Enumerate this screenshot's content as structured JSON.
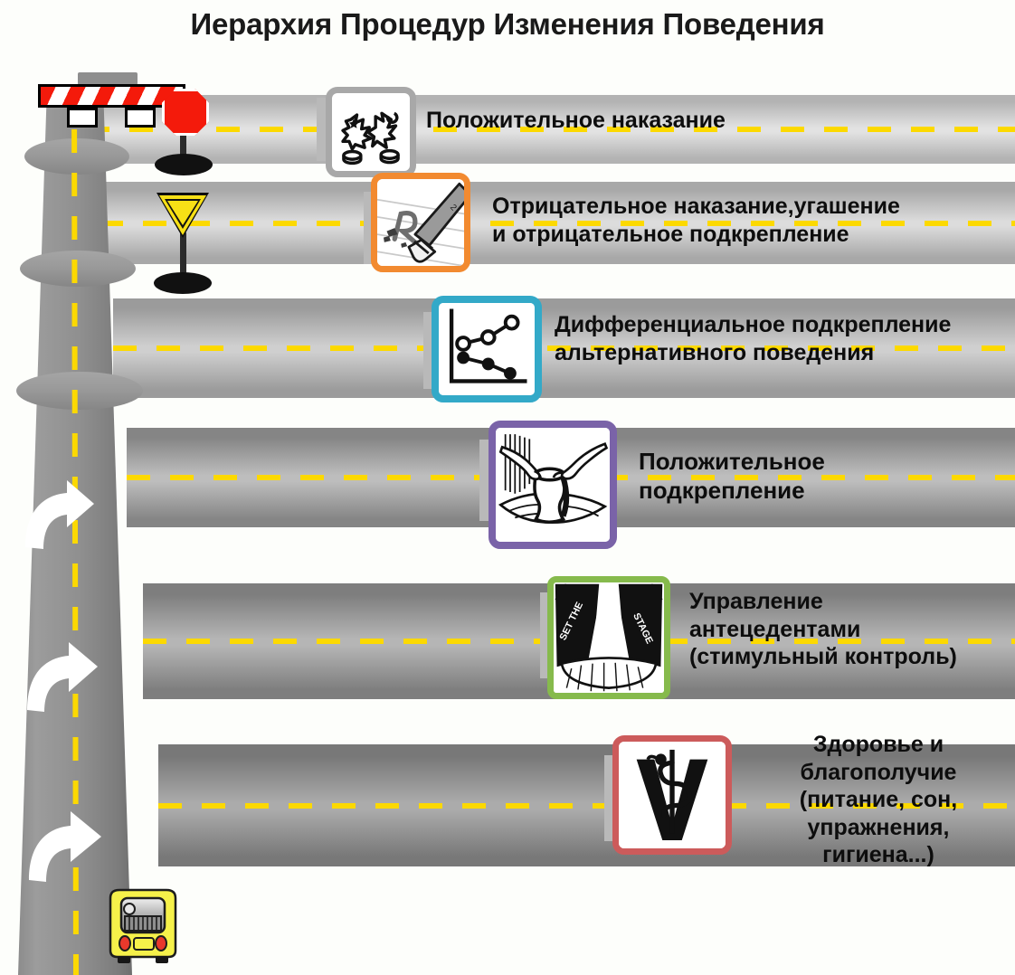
{
  "title": "Иерархия Процедур Изменения Поведения",
  "background_color": "#fdfefb",
  "road": {
    "name": "behavior-change-hierarchy-highway",
    "centerline_color": "#fcd900",
    "asphalt_dark": "#7d7d7d",
    "asphalt_light": "#d6d6d6",
    "merge_arrow_color": "#ffffff",
    "merge_arrow_count": 3,
    "collar_ring_count": 3
  },
  "traffic": {
    "barrier": {
      "label": "road-closed-barrier",
      "stripe_colors": [
        "#f41a0b",
        "#ffffff"
      ]
    },
    "stop_sign": {
      "label": "stop-sign",
      "color": "#f41a0b",
      "shape": "octagon"
    },
    "yield_sign": {
      "label": "yield-sign",
      "color": "#f7e016",
      "shape": "inverted-triangle"
    },
    "bus": {
      "label": "school-bus",
      "body_color": "#f6f14a",
      "light_color": "#e8392c"
    }
  },
  "levels": [
    {
      "index": 1,
      "text": "Положительное наказание",
      "icon_name": "impact-burst-icon",
      "border_color": "#a8a8a8",
      "card_size": 100,
      "font_size": 25,
      "align": "left"
    },
    {
      "index": 2,
      "text": "Отрицательное наказание,угашение\nи отрицательное подкрепление",
      "icon_name": "pencil-eraser-icon",
      "border_color": "#f28a30",
      "card_size": 110,
      "font_size": 25,
      "align": "left"
    },
    {
      "index": 3,
      "text": "Дифференциальное подкрепление\nальтернативного поведения",
      "icon_name": "line-graph-icon",
      "border_color": "#33a9c8",
      "card_size": 120,
      "font_size": 25,
      "align": "left"
    },
    {
      "index": 4,
      "text": "Положительное\nподкрепление",
      "icon_name": "pottery-hands-icon",
      "border_color": "#7a63a8",
      "card_size": 140,
      "font_size": 26,
      "align": "left"
    },
    {
      "index": 5,
      "text": "Управление\nантецедентами\n(стимульный контроль)",
      "icon_name": "set-the-stage-icon",
      "icon_text": "SET THE STAGE",
      "border_color": "#86ba4c",
      "card_size": 135,
      "font_size": 25,
      "align": "left"
    },
    {
      "index": 6,
      "text": "Здоровье и\nблагополучие\n(питание, сон,\nупражнения,\nгигиена...)",
      "icon_name": "veterinary-caduceus-icon",
      "border_color": "#cc5b5b",
      "card_size": 132,
      "font_size": 25,
      "align": "center"
    }
  ]
}
